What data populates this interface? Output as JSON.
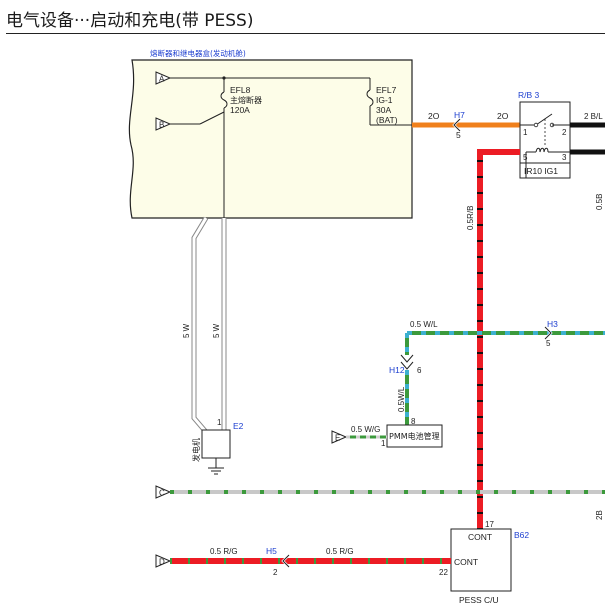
{
  "title": "电气设备···启动和充电(带 PESS)",
  "fuse_box": {
    "label": "熔断器和继电器盒(发动机舱)"
  },
  "efl8": {
    "id": "EFL8",
    "name": "主熔断器",
    "rating": "120A"
  },
  "efl7": {
    "id": "EFL7",
    "name": "IG-1",
    "rating": "30A",
    "note": "(BAT)"
  },
  "terminals": {
    "a": "A",
    "b": "B",
    "c": "C",
    "d": "D",
    "e": "E"
  },
  "wires": {
    "orange_left": "2O",
    "orange_right": "2O",
    "wire_2bl": "2 B/L",
    "red_vertical": "0.5R/B",
    "right_05b": "0.5B",
    "right_2b": "2B",
    "wl_horizontal": "0.5  W/L",
    "wl_vertical": "0.5W/L",
    "wg": "0.5 W/G",
    "rg_left": "0.5 R/G",
    "rg_right": "0.5 R/G",
    "gen_left": "5 W",
    "gen_right": "5 W"
  },
  "connectors": {
    "h7": "H7",
    "h7_pin": "5",
    "h3": "H3",
    "h3_pin": "5",
    "h12": "H12",
    "h12_pin": "6",
    "h5": "H5",
    "h5_pin": "2",
    "e2": "E2",
    "e2_pin": "1",
    "b62": "B62",
    "b62_pin17": "17",
    "b62_pin22": "22",
    "pmm_pin8": "8",
    "pmm_pin1": "1"
  },
  "relay": {
    "label": "R/B 3",
    "name": "IR10 IG1",
    "pin1": "1",
    "pin2": "2",
    "pin3": "3",
    "pin5": "5"
  },
  "generator": {
    "label": "发电机"
  },
  "pmm": {
    "label": "PMM电池管理"
  },
  "pess": {
    "label": "PESS C/U",
    "cont1": "CONT",
    "cont2": "CONT"
  },
  "colors": {
    "orange": "#f0801c",
    "red": "#ec1c24",
    "green": "#3c9a3c",
    "cyan": "#3cb0d0",
    "black": "#111111",
    "box_fill": "#fdfde8",
    "blue_label": "#1d3fd0"
  }
}
